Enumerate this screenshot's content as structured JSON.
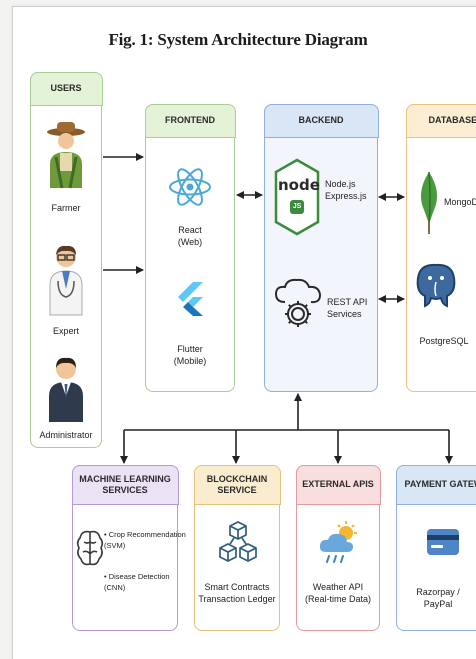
{
  "title": "Fig. 1: System Architecture Diagram",
  "users": {
    "header": "USERS",
    "farmer": "Farmer",
    "expert": "Expert",
    "admin": "Administrator"
  },
  "frontend": {
    "header": "FRONTEND",
    "react": "React",
    "react_sub": "(Web)",
    "flutter": "Flutter",
    "flutter_sub": "(Mobile)"
  },
  "backend": {
    "header": "BACKEND",
    "node_logo": "node",
    "node_logo_sub": "JS",
    "node": "Node.js",
    "express": "Express.js",
    "rest": "REST API",
    "services": "Services"
  },
  "database": {
    "header": "DATABASE",
    "mongo": "MongoD",
    "postgres": "PostgreSQL"
  },
  "ml": {
    "header1": "MACHINE LEARNING",
    "header2": "SERVICES",
    "crop": "• Crop Recommendation",
    "crop_sub": "(SVM)",
    "disease": "• Disease Detection",
    "disease_sub": "(CNN)"
  },
  "blockchain": {
    "header1": "BLOCKCHAIN",
    "header2": "SERVICE",
    "smart": "Smart Contracts",
    "ledger": "Transaction Ledger"
  },
  "external": {
    "header": "EXTERNAL APIS",
    "weather": "Weather API",
    "realtime": "(Real-time Data)"
  },
  "payment": {
    "header": "PAYMENT GATEWA",
    "razorpay": "Razorpay /",
    "paypal": "PayPal"
  },
  "colors": {
    "users_border": "#a9cf94",
    "users_head": "#e4f2d8",
    "frontend_border": "#a9cf94",
    "frontend_head": "#e4f2d8",
    "backend_border": "#8fb1dc",
    "backend_head": "#d9e6f6",
    "backend_fill": "#f2f6fc",
    "database_border": "#e9c27d",
    "database_head": "#fbeed2",
    "ml_border": "#b69ad6",
    "ml_head": "#ece2f6",
    "blockchain_border": "#e6c27a",
    "blockchain_head": "#faedcf",
    "external_border": "#e39b9b",
    "external_head": "#f8dede",
    "payment_border": "#8fb1dc",
    "payment_head": "#d9e6f6"
  }
}
